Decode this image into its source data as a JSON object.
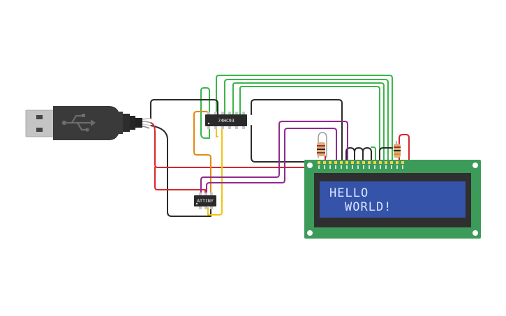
{
  "components": {
    "usb_plug": {
      "icon": "usb-icon"
    },
    "shift_register": {
      "label": "74HC93"
    },
    "microcontroller": {
      "label": "ATTINY"
    },
    "lcd": {
      "line1": "HELLO",
      "line2": "WORLD!",
      "pcb_color": "#3d9b5a",
      "screen_color": "#3553a8",
      "text_color": "#d8e4ff"
    }
  },
  "wire_colors": {
    "green": "#3bb54a",
    "black": "#2b2b2b",
    "red": "#d8262c",
    "orange": "#e58a12",
    "yellow": "#f2c40f",
    "purple": "#8e2a8f"
  }
}
